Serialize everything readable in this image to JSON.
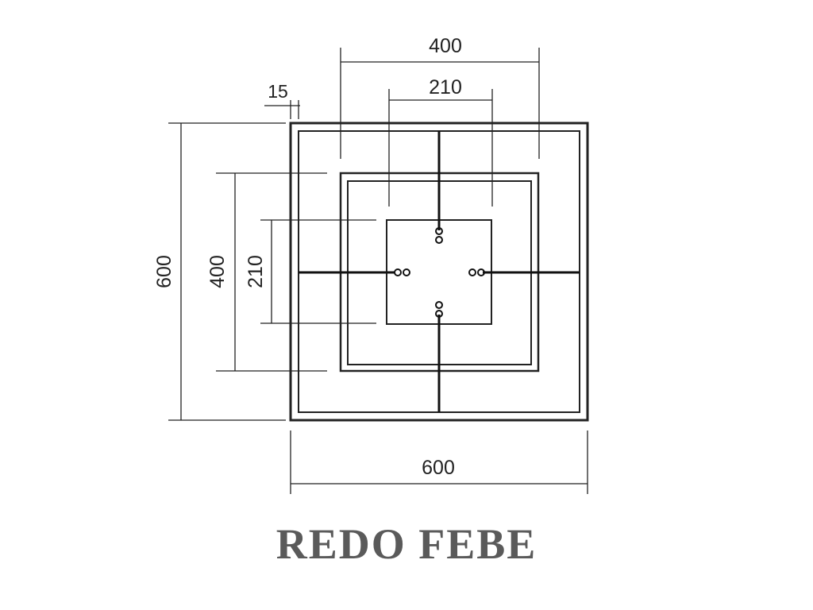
{
  "dimensions": {
    "top_outer": "400",
    "top_inner": "210",
    "offset": "15",
    "left_outer": "600",
    "left_mid": "400",
    "left_inner": "210",
    "bottom": "600"
  },
  "brand": {
    "name": "REDO FEBE"
  },
  "colors": {
    "line": "#222222",
    "brand": "#5a5a5a"
  }
}
